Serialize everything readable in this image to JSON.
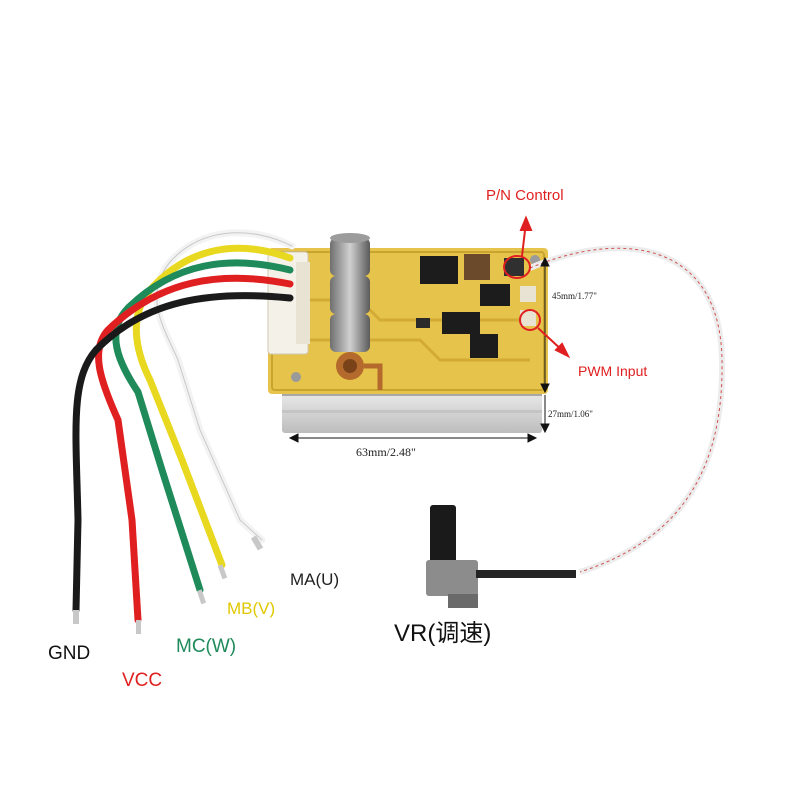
{
  "annotations": {
    "pn_control": "P/N Control",
    "pwm_input": "PWM Input",
    "width_dim": "63mm/2.48\"",
    "height_dim": "45mm/1.77\"",
    "depth_dim": "27mm/1.06\""
  },
  "wires": [
    {
      "label": "GND",
      "color": "#1a1a1a"
    },
    {
      "label": "VCC",
      "color": "#e02020"
    },
    {
      "label": "MC(W)",
      "color": "#1f8a5a"
    },
    {
      "label": "MB(V)",
      "color": "#e8d820"
    },
    {
      "label": "MA(U)",
      "color": "#222222"
    }
  ],
  "potentiometer": {
    "label": "VR(调速)"
  },
  "colors": {
    "accent_red": "#e02020",
    "pcb": "#e6c34a",
    "heatsink": "#d8d8d8"
  }
}
